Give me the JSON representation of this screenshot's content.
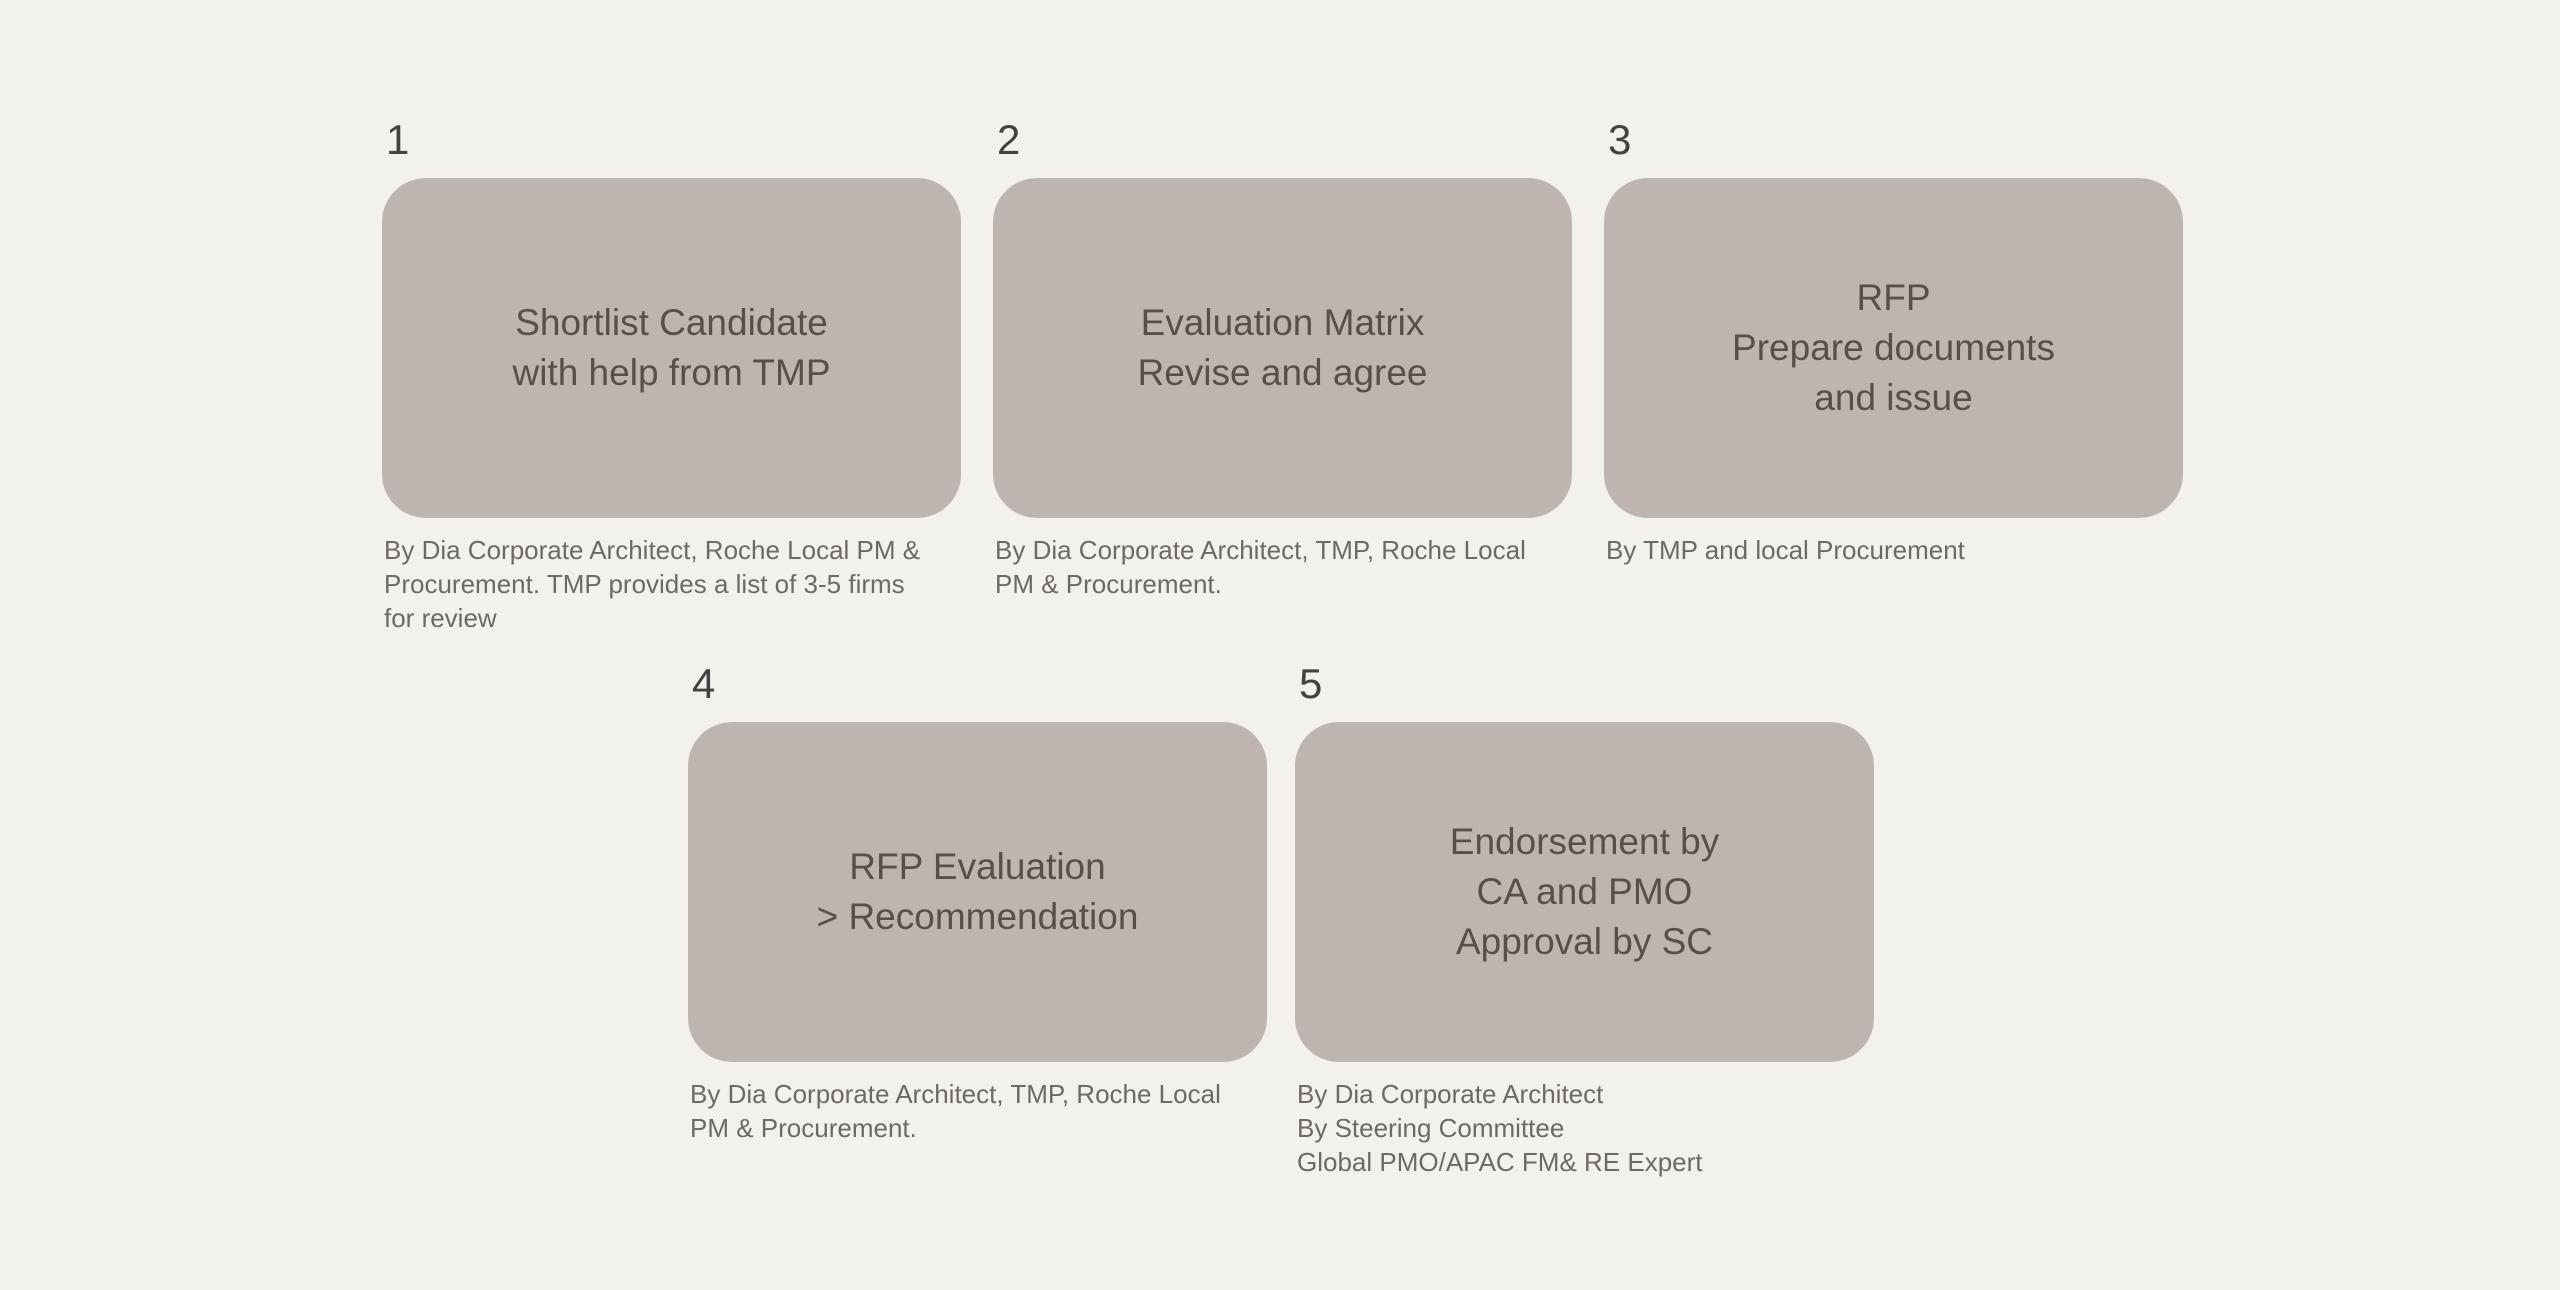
{
  "page": {
    "background_color": "#F2F1EC",
    "card_color": "#BEB5B1",
    "title_color": "#575049",
    "caption_color": "#6E6963"
  },
  "steps": [
    {
      "number": "1",
      "title": [
        "Shortlist Candidate",
        "with help from TMP"
      ],
      "caption": [
        "By Dia Corporate Architect, Roche Local PM &",
        "Procurement. TMP provides a list of 3-5 firms",
        "for review"
      ]
    },
    {
      "number": "2",
      "title": [
        "Evaluation Matrix",
        "Revise and agree"
      ],
      "caption": [
        "By Dia Corporate Architect, TMP, Roche Local",
        "PM & Procurement."
      ]
    },
    {
      "number": "3",
      "title": [
        "RFP",
        "Prepare documents",
        "and issue"
      ],
      "caption": [
        "By TMP and local Procurement"
      ]
    },
    {
      "number": "4",
      "title": [
        "RFP Evaluation",
        "> Recommendation"
      ],
      "caption": [
        "By Dia Corporate Architect,  TMP, Roche Local",
        "PM & Procurement."
      ]
    },
    {
      "number": "5",
      "title": [
        "Endorsement by",
        "CA and PMO",
        "Approval by SC"
      ],
      "caption": [
        "By Dia Corporate Architect",
        "By Steering Committee",
        "Global PMO/APAC FM& RE Expert"
      ]
    }
  ]
}
